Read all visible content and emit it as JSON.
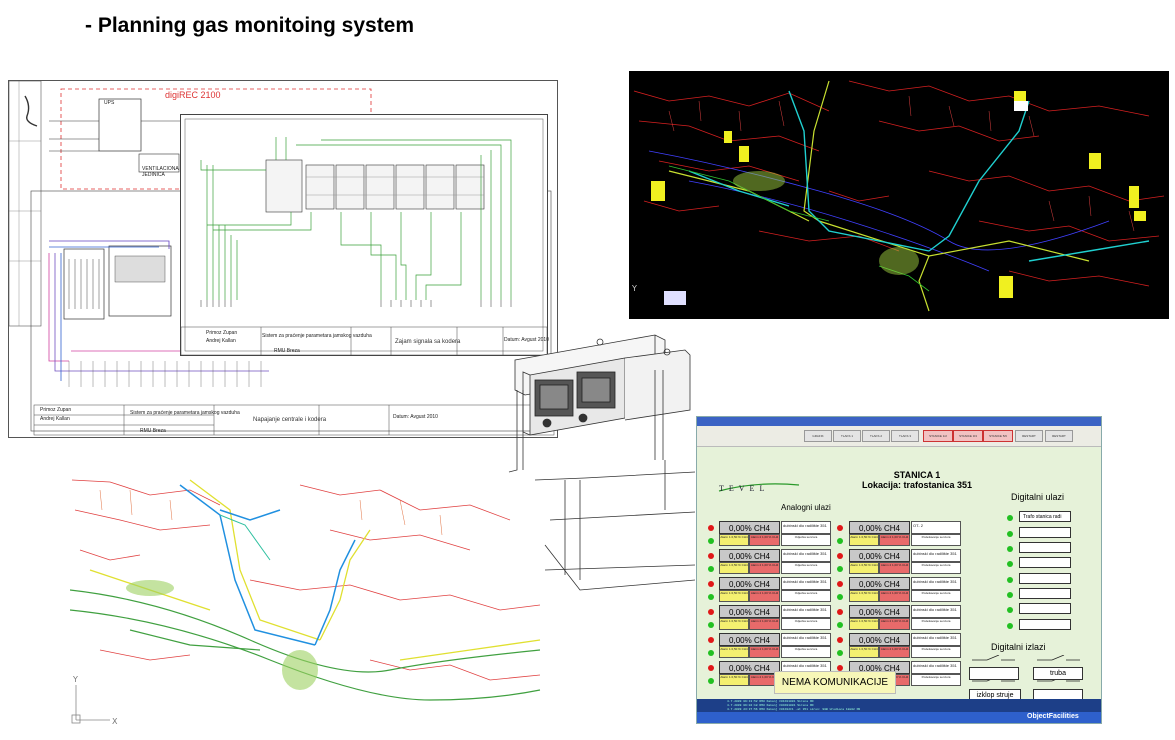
{
  "slide": {
    "title": "- Planning gas monitoing system"
  },
  "schematics": {
    "system_label": "digiREC 2100",
    "ups_label": "UPS",
    "ventilation_label": "VENTILACIONA JEDINICA",
    "sheet_front_title": "Zajam signala sa kodera",
    "sheet_back_title": "Napajanje centrale i kodera",
    "company": "RMU Breza",
    "project": "Sistem za praćenje parametara jamskog vazduha",
    "prepared_by": "Primoz Zupan",
    "responsible": "Andrej Kallan",
    "revision_date": "Datum: Avgust 2010"
  },
  "scada": {
    "station_title": "STANICA 1",
    "location": "Lokacija: trafostanica 351",
    "logo": "TEVEL",
    "analog_header": "Analogni ulazi",
    "digital_in_header": "Digitalni ulazi",
    "digital_out_header": "Digitalni izlazi",
    "no_comm": "NEMA KOMUNIKACIJE",
    "toolbar_buttons": [
      "GRAFIK",
      "TLAKS 1",
      "TLAKS 2",
      "TLAKS 3",
      "STANICE 1/2",
      "STANICE 3/4",
      "STANICE 5/6",
      "RESTART SENSORA",
      "RESTART STANICA"
    ],
    "sensors_left": [
      {
        "value": "0,00% CH4",
        "desc": "dubinski dio radilište 351",
        "alarm1": "Alarm 1 0,50 % CH4",
        "alarm2": "Alarm 2 1,00 % CH4",
        "status": "Odjećka senzora"
      },
      {
        "value": "0,00% CH4",
        "desc": "dubinski dio radilište 351",
        "alarm1": "Alarm 1 0,50 % CH4",
        "alarm2": "Alarm 2 1,00 % CH4",
        "status": "Odjećka senzora"
      },
      {
        "value": "0,00% CH4",
        "desc": "dubinski dio radilište 351",
        "alarm1": "Alarm 1 0,50 % CH4",
        "alarm2": "Alarm 2 1,00 % CH4",
        "status": "Odjećka senzora"
      },
      {
        "value": "0,00% CH4",
        "desc": "dubinski dio radilište 351",
        "alarm1": "Alarm 1 0,50 % CH4",
        "alarm2": "Alarm 2 1,00 % CH4",
        "status": "Odjećka senzora"
      },
      {
        "value": "0,00% CH4",
        "desc": "dubinski dio radilište 351",
        "alarm1": "Alarm 1 0,50 % CH4",
        "alarm2": "Alarm 2 1,00 % CH4",
        "status": "Odjećka senzora"
      },
      {
        "value": "0,00% CH4",
        "desc": "dubinski dio radilište 351",
        "alarm1": "Alarm 1 0,50 % CH4",
        "alarm2": "Alarm 2 1,00 % CH4",
        "status": "Odjećka senzora"
      }
    ],
    "sensors_right": [
      {
        "value": "0,00% CH4",
        "desc": "OT- 2",
        "alarm1": "Alarm 1 0,50 % CH4",
        "alarm2": "Alarm 2 1,00 % CH4",
        "status": "Podešavanje senzora"
      },
      {
        "value": "0,00% CH4",
        "desc": "dubinski dio radilište 351",
        "alarm1": "Alarm 1 0,50 % CH4",
        "alarm2": "Alarm 2 1,00 % CH4",
        "status": "Podešavanje senzora"
      },
      {
        "value": "0,00% CH4",
        "desc": "dubinski dio radilište 351",
        "alarm1": "Alarm 1 0,50 % CH4",
        "alarm2": "Alarm 2 1,00 % CH4",
        "status": "Podešavanje senzora"
      },
      {
        "value": "0,00% CH4",
        "desc": "dubinski dio radilište 351",
        "alarm1": "Alarm 1 0,50 % CH4",
        "alarm2": "Alarm 2 1,00 % CH4",
        "status": "Podešavanje senzora"
      },
      {
        "value": "0,00% CH4",
        "desc": "dubinski dio radilište 351",
        "alarm1": "Alarm 1 0,50 % CH4",
        "alarm2": "Alarm 2 1,00 % CH4",
        "status": "Podešavanje senzora"
      },
      {
        "value": "0,00% CH4",
        "desc": "dubinski dio radilište 351",
        "alarm1": "Alarm 1 0,50 % CH4",
        "alarm2": "Alarm 2 1,00 % CH4",
        "status": "Podešavanje senzora"
      }
    ],
    "digital_inputs": [
      "Trafo stanica radi",
      "",
      "",
      "",
      "",
      "",
      "",
      ""
    ],
    "digital_outputs": [
      "",
      "truba",
      "izklop struje",
      ""
    ],
    "log_lines": [
      "4.7.2009   09:13:52   RMU Kakanj   C01F01001 Sirena   ON",
      "4.7.2009   09:04:18   RMU Kakanj   C04F01001 Sirena   ON",
      "4.7.2009   23:37:56   RMU Kakanj   C01F02C1 -at 351 siren: 90B Uredioca 18m02   ON"
    ],
    "taskbar_brand": "ObjectFacilities"
  },
  "colors": {
    "scada_bg": "#e6f2d9",
    "alarm_red": "#e01818",
    "ok_green": "#22c022",
    "map_bg": "#000000"
  }
}
